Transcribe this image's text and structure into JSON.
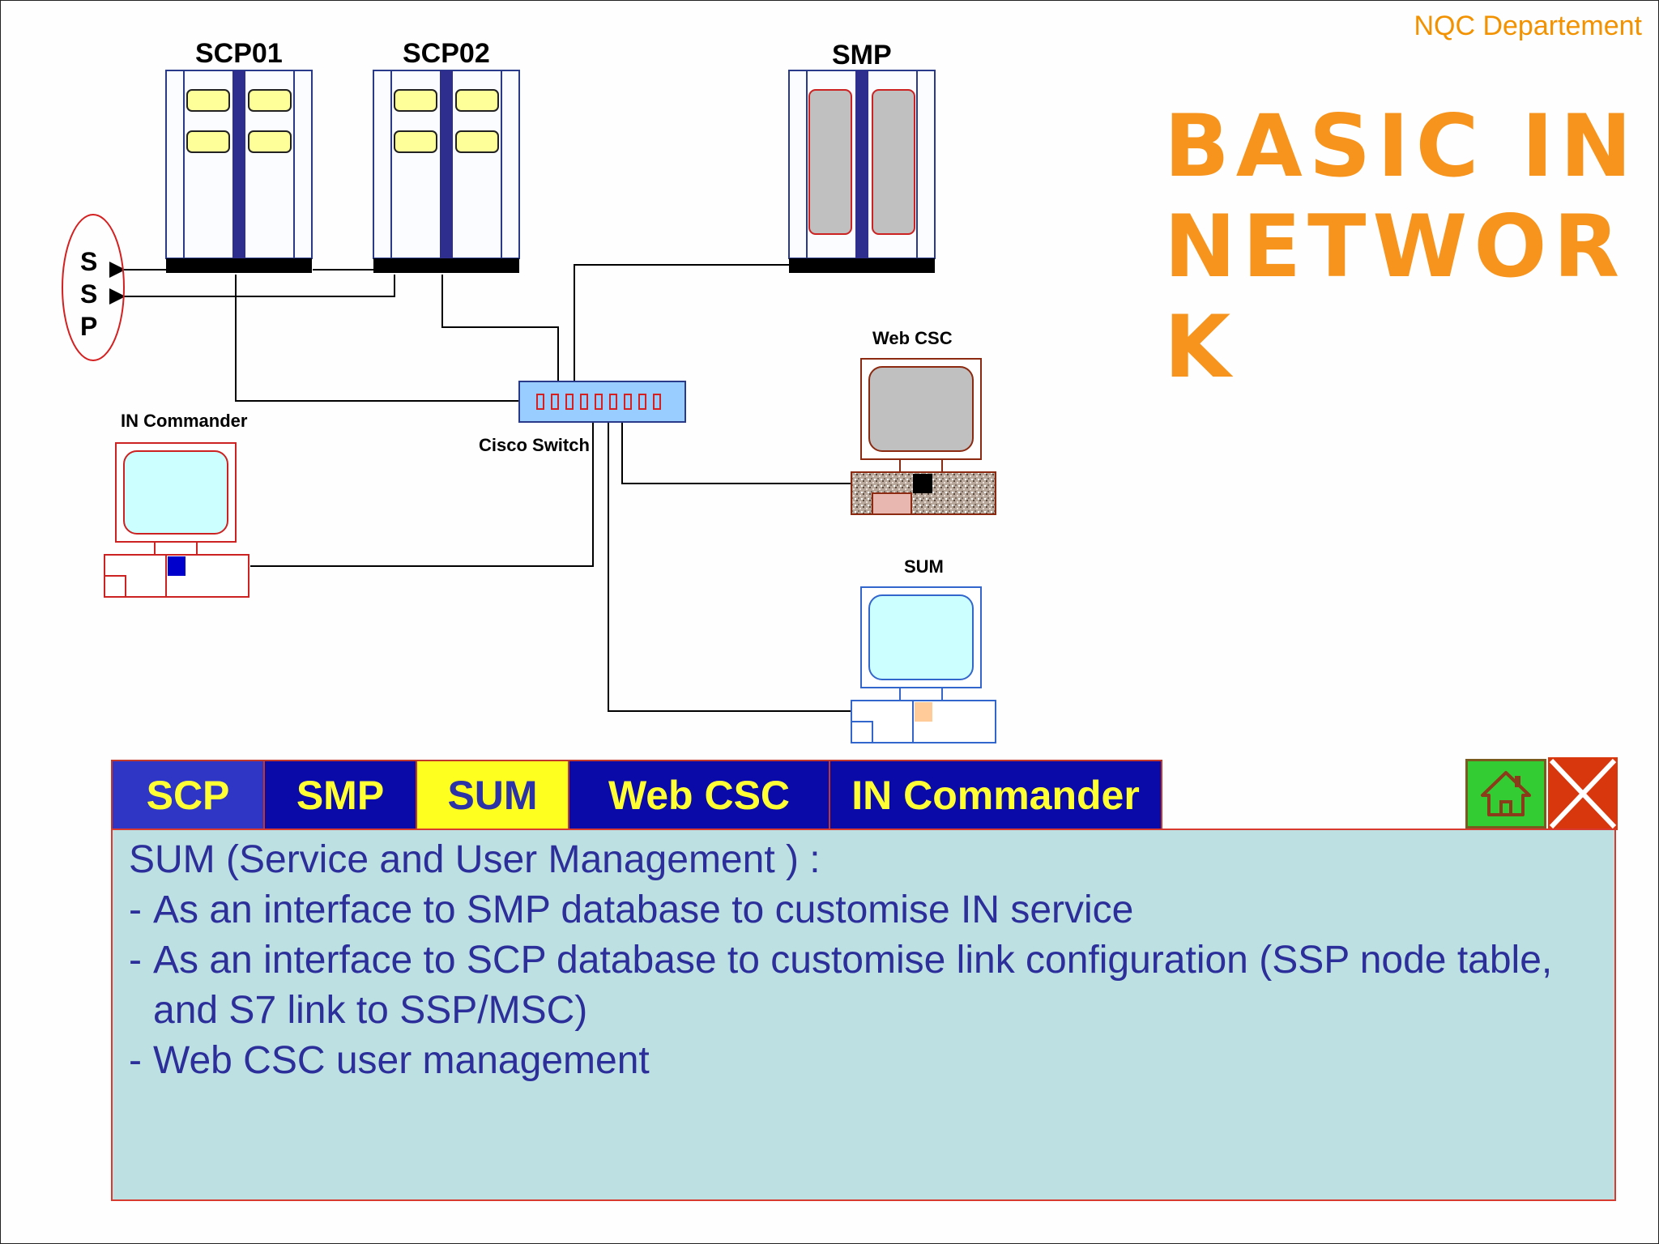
{
  "header": {
    "department": "NQC Departement"
  },
  "title": {
    "line1": "BASIC IN",
    "line2": "NETWOR",
    "line3": "K"
  },
  "diagram": {
    "scp01_label": "SCP01",
    "scp02_label": "SCP02",
    "smp_label": "SMP",
    "ssp_letters": [
      "S",
      "S",
      "P"
    ],
    "switch_label": "Cisco Switch",
    "in_commander_label": "IN Commander",
    "web_csc_label": "Web CSC",
    "sum_label": "SUM"
  },
  "tabs": [
    {
      "label": "SCP",
      "active": false
    },
    {
      "label": "SMP",
      "active": false
    },
    {
      "label": "SUM",
      "active": true
    },
    {
      "label": "Web CSC",
      "active": false
    },
    {
      "label": "IN Commander",
      "active": false
    }
  ],
  "nav": {
    "home_icon": "home-icon",
    "close_icon": "close-icon"
  },
  "content": {
    "heading": "SUM (Service and User Management ) :",
    "items": [
      "As an interface to SMP database to customise IN service",
      "As an interface to SCP database to customise link configuration (SSP node table, and S7 link to SSP/MSC)",
      "Web CSC user management"
    ]
  },
  "colors": {
    "title": "#f7941d",
    "tab_bg": "#0a0aa8",
    "tab_text": "#ffff33",
    "active_tab_bg": "#ffff1f",
    "content_bg": "#bde0e3",
    "content_text": "#2c2f9a"
  }
}
